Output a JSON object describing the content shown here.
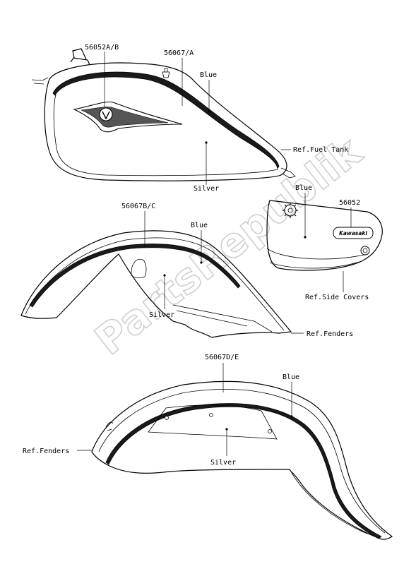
{
  "watermark": {
    "text": "PartsRepublik",
    "color": "#d0d0d0"
  },
  "fuel_tank": {
    "part_numbers": [
      "56052A/B",
      "56067/A"
    ],
    "color_labels": [
      "Blue",
      "Silver"
    ],
    "ref_label": "Ref.Fuel Tank"
  },
  "side_cover": {
    "part_number": "56052",
    "color_label": "Blue",
    "logo_text": "Kawasaki",
    "ref_label": "Ref.Side Covers"
  },
  "front_fender": {
    "part_number": "56067B/C",
    "color_labels": [
      "Blue",
      "Silver"
    ],
    "ref_label": "Ref.Fenders"
  },
  "rear_fender": {
    "part_number": "56067D/E",
    "color_labels": [
      "Blue",
      "Silver"
    ],
    "ref_label": "Ref.Fenders"
  },
  "colors": {
    "line": "#000000",
    "stripe": "#1a1a1a",
    "background": "#ffffff"
  }
}
